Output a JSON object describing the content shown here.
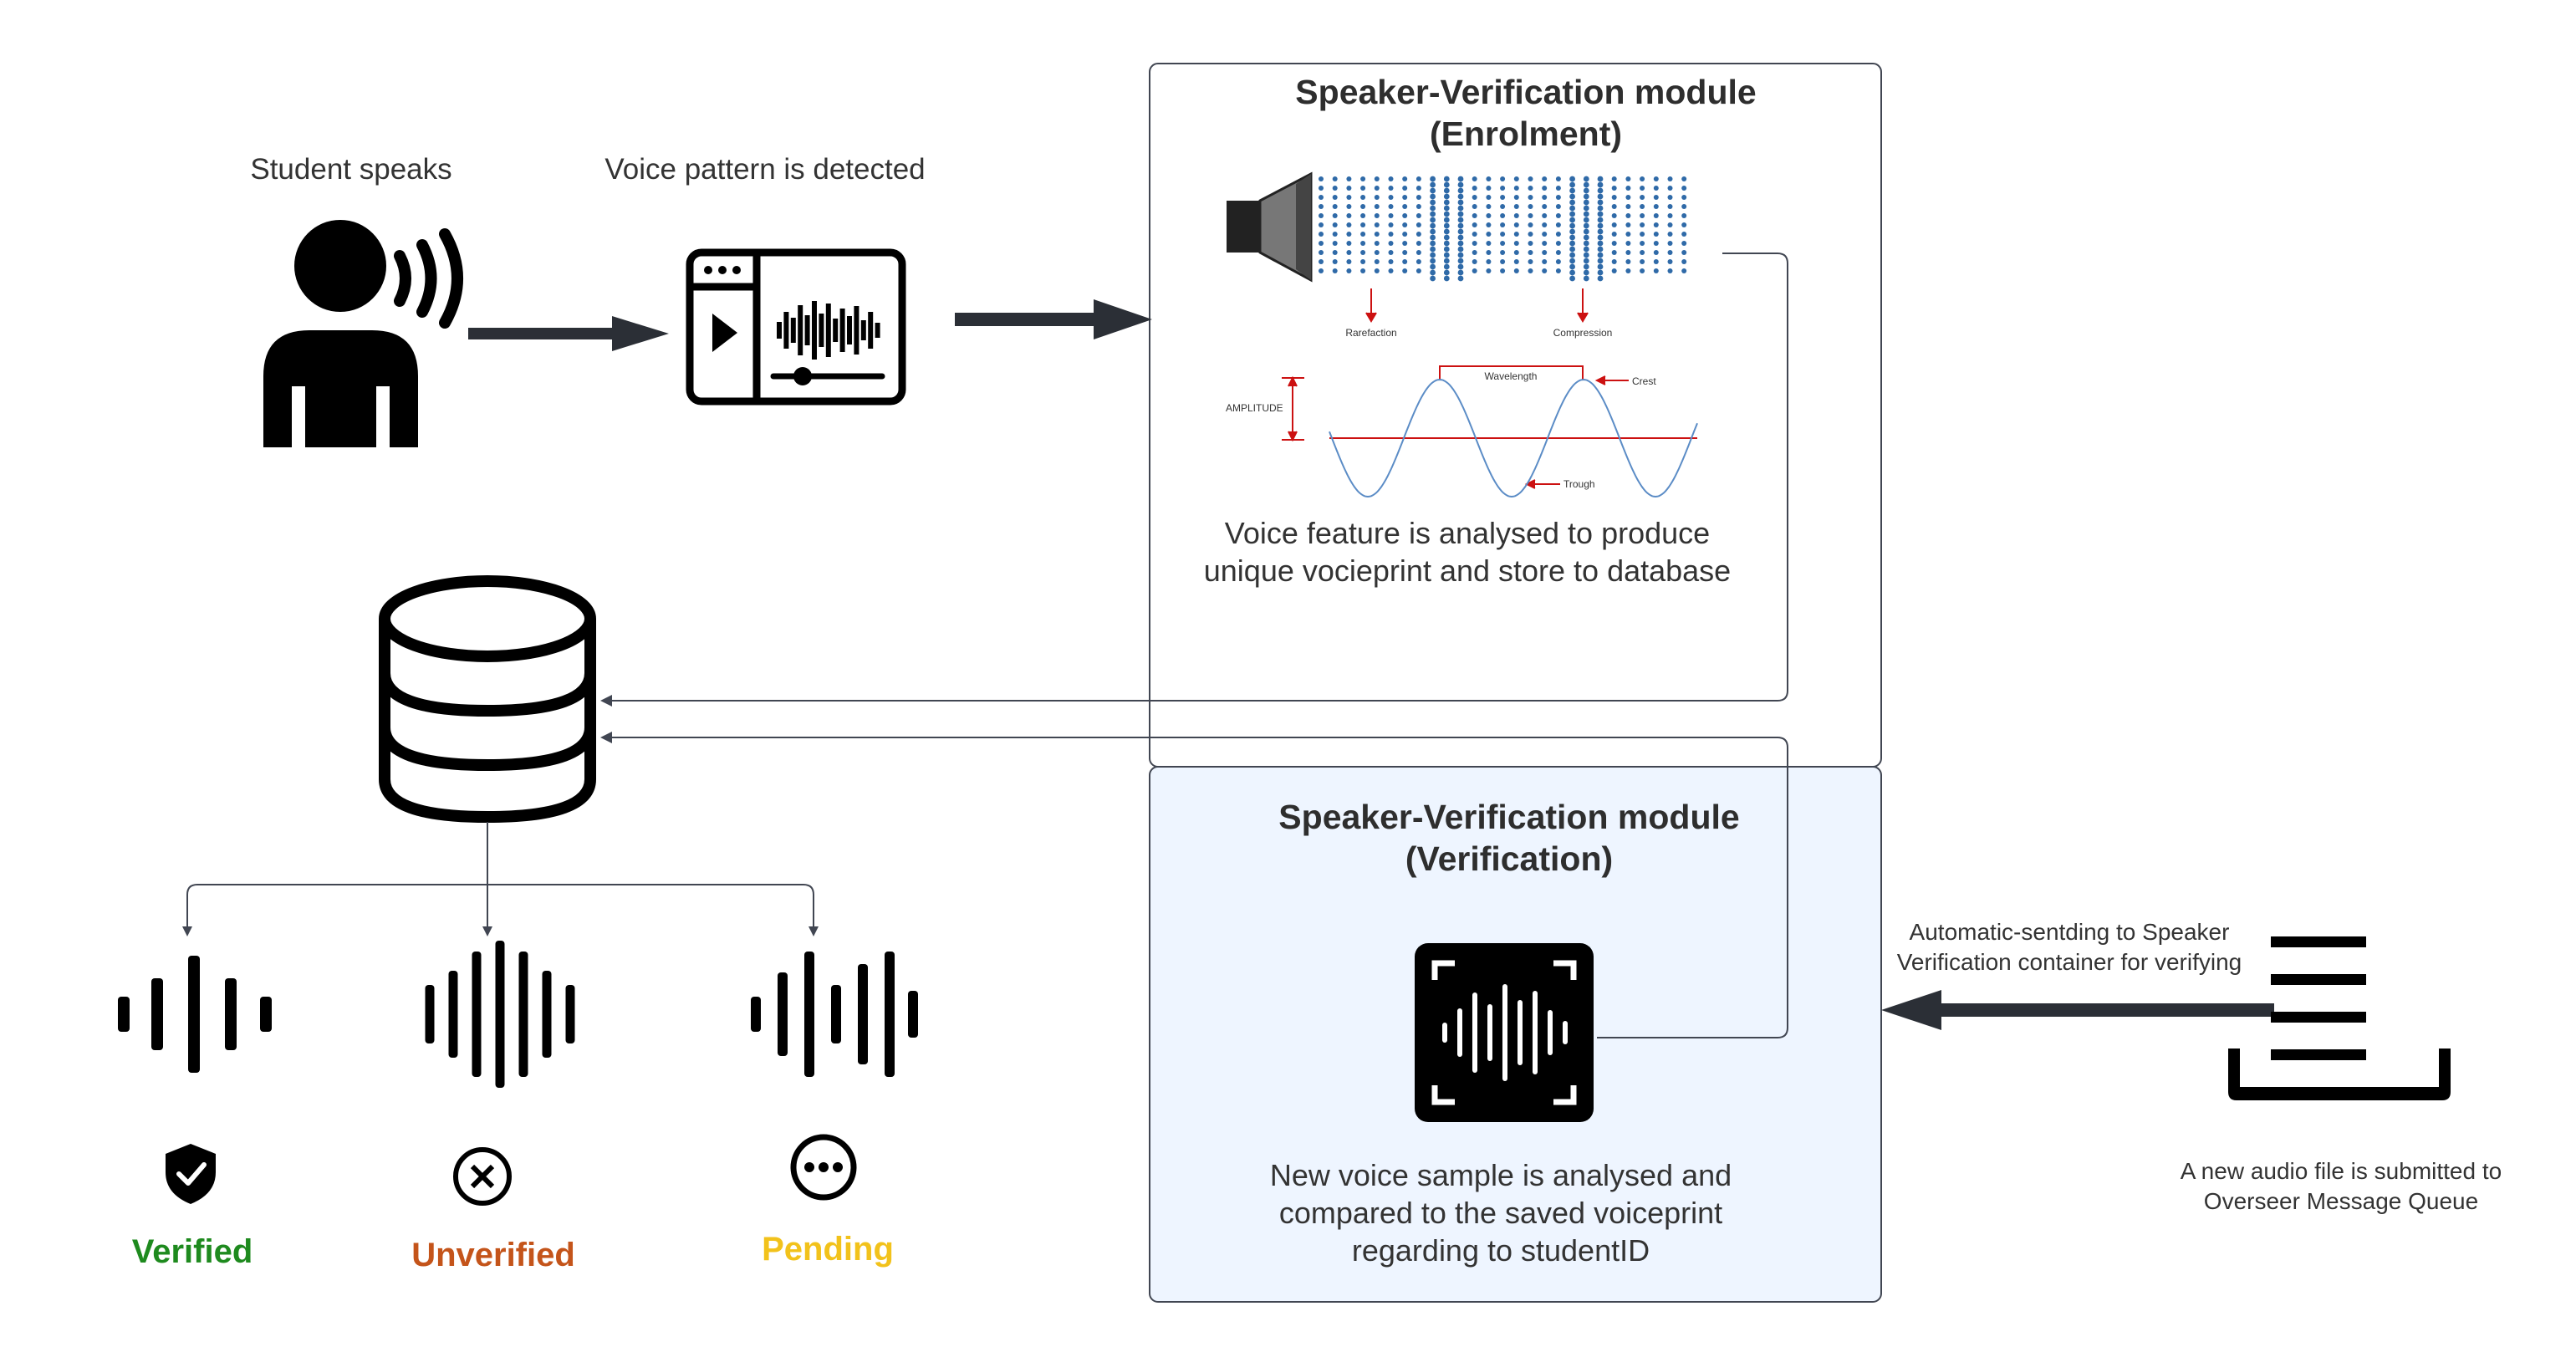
{
  "labels": {
    "student_speaks": "Student speaks",
    "voice_detected": "Voice pattern is detected",
    "enrolment_title_line1": "Speaker-Verification module",
    "enrolment_title_line2": "(Enrolment)",
    "enrolment_desc_line1": "Voice feature is analysed to produce",
    "enrolment_desc_line2": "unique vocieprint and store to database",
    "verification_title_line1": "Speaker-Verification module",
    "verification_title_line2": "(Verification)",
    "verification_desc_line1": "New voice sample is analysed and",
    "verification_desc_line2": "compared to the saved voiceprint",
    "verification_desc_line3": "regarding to studentID",
    "auto_send_line1": "Automatic-sentding to Speaker",
    "auto_send_line2": "Verification container for verifying",
    "audio_file_line1": "A new audio file is submitted to",
    "audio_file_line2": "Overseer Message Queue"
  },
  "sound_wave_labels": {
    "rarefaction": "Rarefaction",
    "compression": "Compression",
    "wavelength": "Wavelength",
    "crest": "Crest",
    "amplitude": "AMPLITUDE",
    "trough": "Trough"
  },
  "statuses": [
    {
      "label": "Verified",
      "color": "#1e8a1e",
      "icon": "shield-check-icon"
    },
    {
      "label": "Unverified",
      "color": "#c4541a",
      "icon": "circle-x-icon"
    },
    {
      "label": "Pending",
      "color": "#f2c21b",
      "icon": "circle-dots-icon"
    }
  ],
  "colors": {
    "line": "#414652",
    "arrow": "#2b2f36",
    "verification_fill": "#eef5ff",
    "wave": "#5b8cc6",
    "wave_dots": "#2f6aa8",
    "annotation": "#cc1111"
  }
}
